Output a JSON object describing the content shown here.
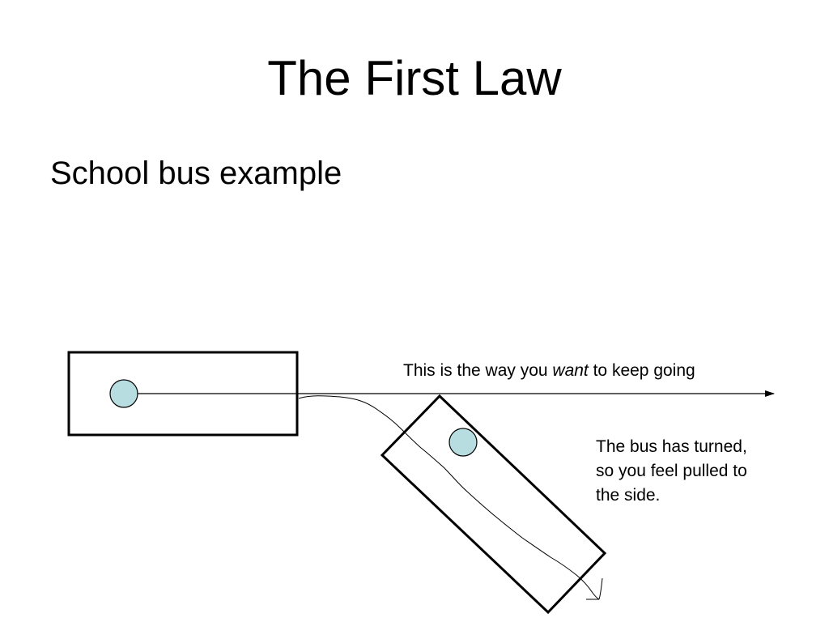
{
  "slide": {
    "title": "The First Law",
    "subtitle": "School bus example"
  },
  "diagram": {
    "direction_note": {
      "before": "This is the way you ",
      "emphasis": "want",
      "after": " to keep going"
    },
    "turn_note": {
      "lines": [
        "The bus has turned,",
        "so you feel pulled to",
        "the side."
      ]
    },
    "colors": {
      "passenger_fill": "#b7dde0",
      "stroke": "#000000"
    }
  }
}
